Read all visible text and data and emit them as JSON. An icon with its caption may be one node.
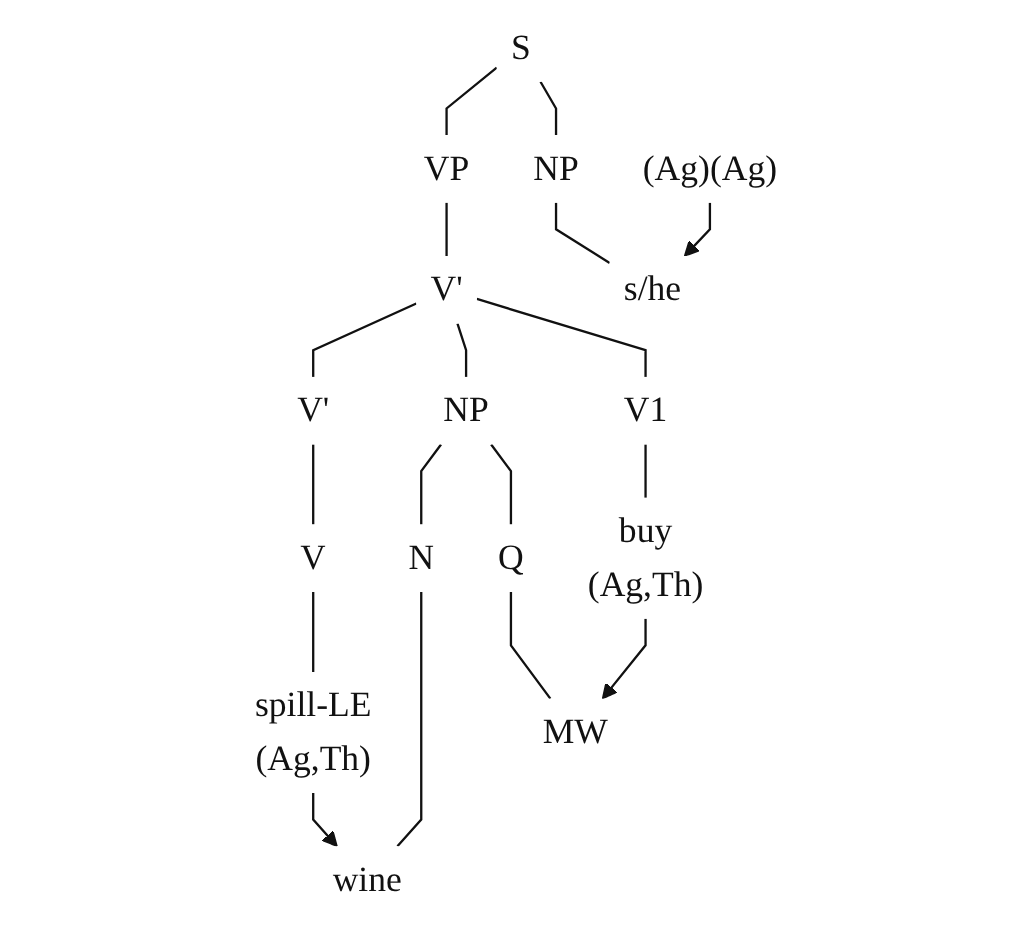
{
  "diagram": {
    "nodes": [
      {
        "text": [
          "S"
        ]
      },
      {
        "text": [
          "NP"
        ]
      },
      {
        "text": [
          "VP"
        ]
      },
      {
        "text": [
          "(Ag)(Ag)"
        ]
      },
      {
        "text": [
          "V'"
        ]
      },
      {
        "text": [
          "V1"
        ]
      },
      {
        "text": [
          "NP"
        ]
      },
      {
        "text": [
          "V'"
        ]
      },
      {
        "text": [
          "s/he"
        ]
      },
      {
        "text": [
          "Q"
        ]
      },
      {
        "text": [
          "N"
        ]
      },
      {
        "text": [
          "V"
        ]
      },
      {
        "text": [
          "buy",
          "(Ag,Th)"
        ]
      },
      {
        "text": [
          "MW"
        ]
      },
      {
        "text": [
          "wine"
        ]
      },
      {
        "text": [
          "spill-LE",
          "(Ag,Th)"
        ]
      }
    ],
    "edges": [
      {
        "from": 0,
        "to": 1,
        "arrow": "none"
      },
      {
        "from": 0,
        "to": 2,
        "arrow": "none"
      },
      {
        "from": 2,
        "to": 4,
        "arrow": "none"
      },
      {
        "from": 1,
        "to": 8,
        "arrow": "none"
      },
      {
        "from": 4,
        "to": 5,
        "arrow": "none"
      },
      {
        "from": 4,
        "to": 6,
        "arrow": "none"
      },
      {
        "from": 4,
        "to": 7,
        "arrow": "none"
      },
      {
        "from": 5,
        "to": 12,
        "arrow": "none"
      },
      {
        "from": 6,
        "to": 9,
        "arrow": "none"
      },
      {
        "from": 6,
        "to": 10,
        "arrow": "none"
      },
      {
        "from": 7,
        "to": 11,
        "arrow": "none"
      },
      {
        "from": 9,
        "to": 13,
        "arrow": "none"
      },
      {
        "from": 10,
        "to": 14,
        "arrow": "none"
      },
      {
        "from": 11,
        "to": 15,
        "arrow": "none"
      },
      {
        "from": 3,
        "to": 8,
        "arrow": "to"
      },
      {
        "from": 12,
        "to": 13,
        "arrow": "to"
      },
      {
        "from": 15,
        "to": 14,
        "arrow": "to"
      }
    ]
  }
}
